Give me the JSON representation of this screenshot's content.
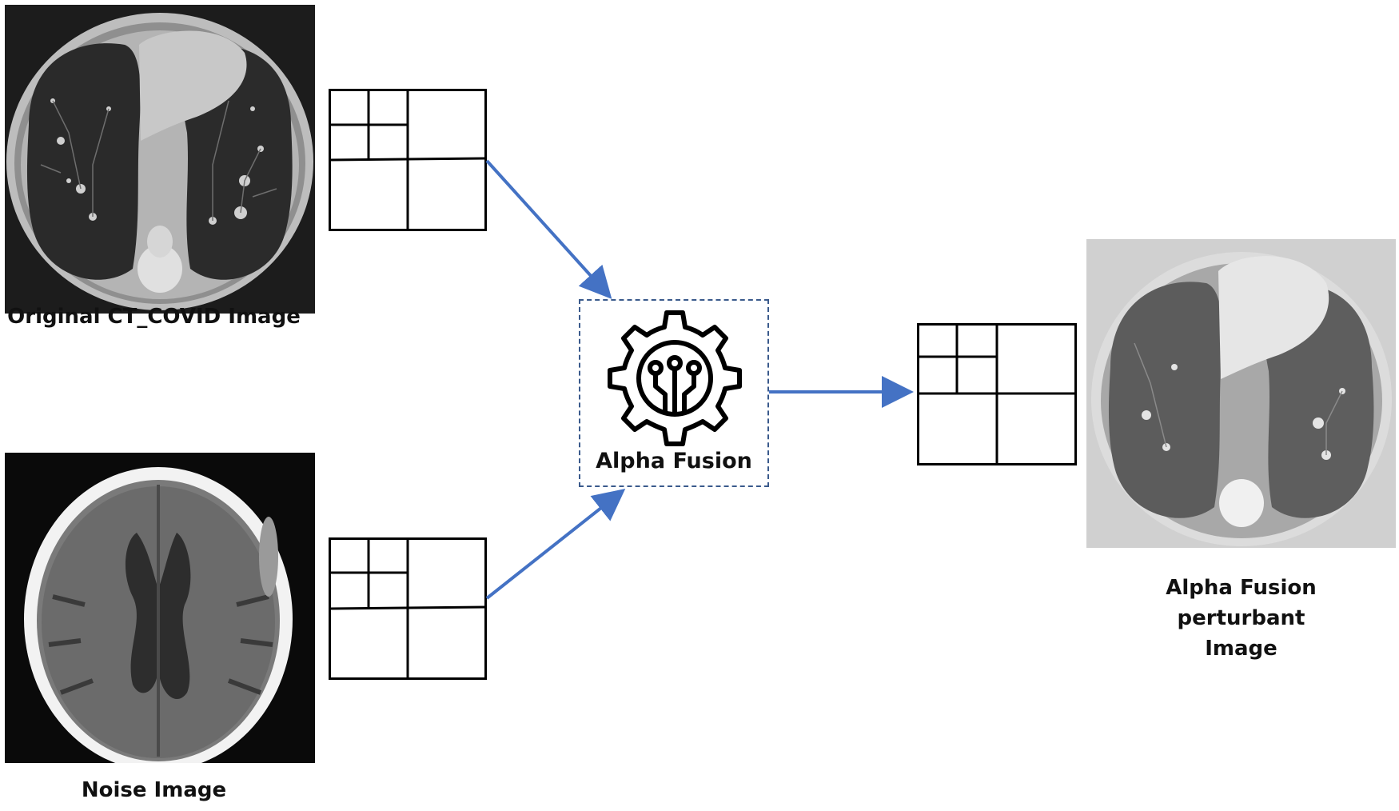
{
  "images": {
    "original": {
      "caption": "Original CT_COVID Image"
    },
    "noise": {
      "caption": "Noise Image"
    },
    "result": {
      "caption_line1": "Alpha Fusion perturbant",
      "caption_line2": "Image"
    }
  },
  "fusion": {
    "label": "Alpha Fusion",
    "icon": "gear-circuit-icon"
  },
  "colors": {
    "arrow": "#4472c4",
    "dashed_border": "#3a5a8c"
  }
}
